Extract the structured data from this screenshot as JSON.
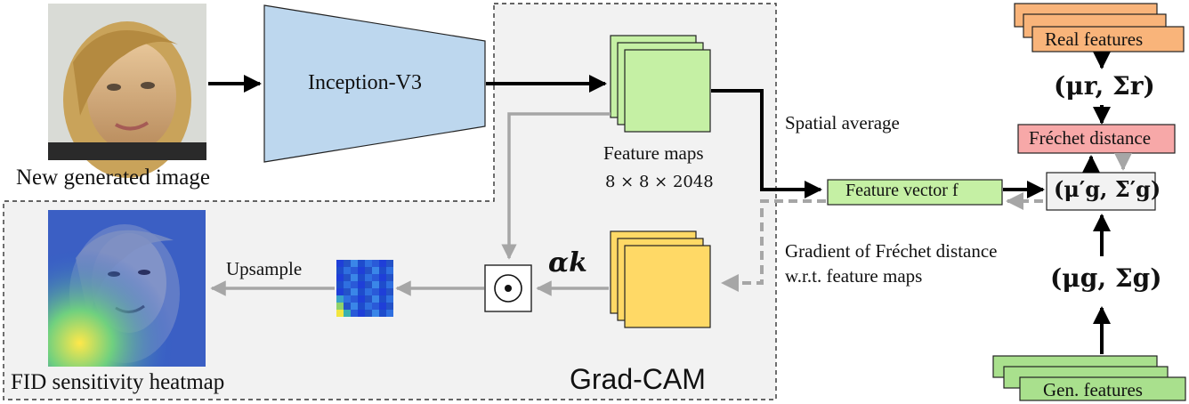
{
  "labels": {
    "new_image": "New generated image",
    "inception": "Inception-V3",
    "feature_maps": "Feature maps",
    "feature_maps_dims": "8 × 8 × 2048",
    "spatial_average": "Spatial average",
    "feature_vector": "Feature vector f",
    "real_features": "Real features",
    "mu_r": "(μr, Σr)",
    "frechet": "Fréchet distance",
    "mu_g_prime": "(μ′g, Σ′g)",
    "mu_g": "(μg, Σg)",
    "gen_features": "Gen. features",
    "gradient_line1": "Gradient of Fréchet distance",
    "gradient_line2": "w.r.t. feature maps",
    "alpha": "αk",
    "odot": "⊙",
    "upsample": "Upsample",
    "heatmap": "FID sensitivity heatmap",
    "grad_cam": "Grad-CAM"
  },
  "colors": {
    "inception_fill": "#bdd7ee",
    "feature_map_fill": "#c5f0a4",
    "vector_fill": "#c5f0a4",
    "real_feature_fill": "#f9b47a",
    "frechet_fill": "#f7a8a8",
    "gen_feature_fill": "#a9e08d",
    "alpha_map_fill": "#ffd966",
    "panel_fill": "#f2f2f2",
    "arrow_black": "#000000",
    "arrow_gray": "#a6a6a6"
  }
}
